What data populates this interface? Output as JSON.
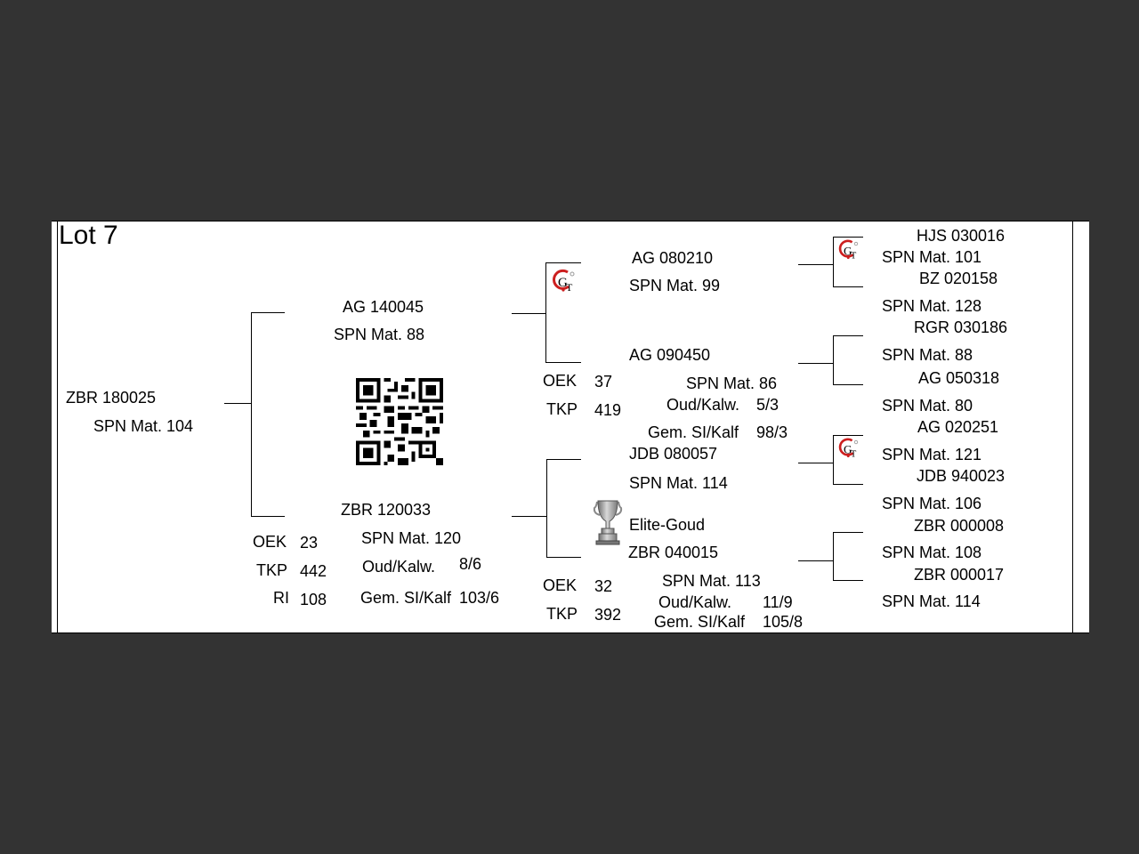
{
  "lot_title": "Lot 7",
  "subject": {
    "name": "ZBR 180025",
    "spn": "SPN Mat. 104"
  },
  "sire": {
    "name": "AG  140045",
    "spn": "SPN Mat. 88",
    "sire": {
      "name": "AG  080210",
      "spn": "SPN Mat. 99",
      "sire": {
        "name": "HJS 030016",
        "spn": "SPN Mat. 101"
      },
      "dam": {
        "name": "BZ  020158",
        "spn": "SPN Mat. 128"
      }
    },
    "dam": {
      "name": "AG  090450",
      "spn": "SPN Mat. 86",
      "oek_label": "OEK",
      "oek": "37",
      "tkp_label": "TKP",
      "tkp": "419",
      "oud_label": "Oud/Kalw.",
      "oud": "5/3",
      "gem_label": "Gem. SI/Kalf",
      "gem": "98/3",
      "sire": {
        "name": "RGR 030186",
        "spn": "SPN Mat. 88"
      },
      "dam": {
        "name": "AG  050318",
        "spn": "SPN Mat. 80"
      }
    }
  },
  "dam": {
    "name": "ZBR 120033",
    "spn": "SPN Mat. 120",
    "oek_label": "OEK",
    "oek": "23",
    "tkp_label": "TKP",
    "tkp": "442",
    "ri_label": "RI",
    "ri": "108",
    "oud_label": "Oud/Kalw.",
    "oud": "8/6",
    "gem_label": "Gem. SI/Kalf",
    "gem": "103/6",
    "sire": {
      "name": "JDB 080057",
      "spn": "SPN Mat. 114",
      "sire": {
        "name": "AG  020251",
        "spn": "SPN Mat. 121"
      },
      "dam": {
        "name": "JDB 940023",
        "spn": "SPN Mat. 106"
      }
    },
    "dam": {
      "name": "ZBR 040015",
      "spn": "SPN Mat. 113",
      "award": "Elite-Goud",
      "oek_label": "OEK",
      "oek": "32",
      "tkp_label": "TKP",
      "tkp": "392",
      "oud_label": "Oud/Kalw.",
      "oud": "11/9",
      "gem_label": "Gem. SI/Kalf",
      "gem": "105/8",
      "sire": {
        "name": "ZBR 000008",
        "spn": "SPN Mat. 108"
      },
      "dam": {
        "name": "ZBR 000017",
        "spn": "SPN Mat. 114"
      }
    }
  },
  "icons": {
    "logo": "gt-logo-icon",
    "qr": "qr-code-icon",
    "award": "trophy-icon"
  },
  "colors": {
    "logo_red": "#cc1f1f",
    "trophy_gray": "#8a8a8a"
  }
}
